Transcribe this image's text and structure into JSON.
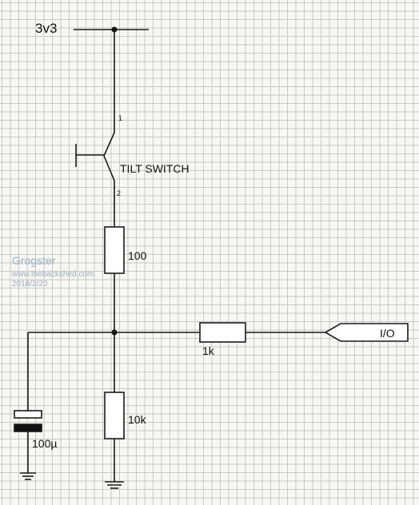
{
  "labels": {
    "supply": "3v3",
    "switch": "TILT SWITCH",
    "pin1": "1",
    "pin2": "2",
    "r_top": "100",
    "r_series": "1k",
    "r_bottom": "10k",
    "cap": "100µ",
    "port": "I/O"
  },
  "watermark": {
    "author": "Grogster",
    "site": "www.thebackshed.com",
    "date": "2018/2/20"
  }
}
